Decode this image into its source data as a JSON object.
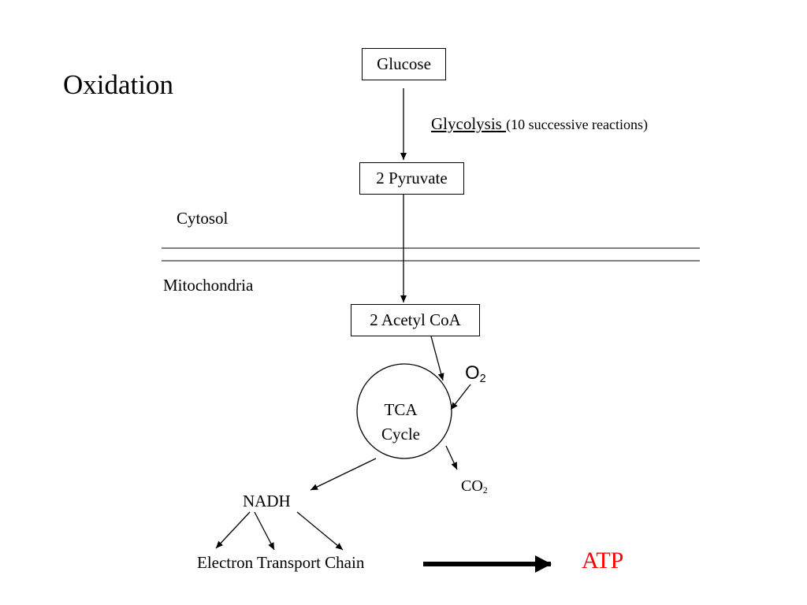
{
  "slide": {
    "title": "Oxidation"
  },
  "nodes": {
    "glucose": "Glucose",
    "pyruvate": "2 Pyruvate",
    "acetyl_coa": "2 Acetyl CoA",
    "tca_line1": "TCA",
    "tca_line2": "Cycle",
    "nadh": "NADH",
    "etc": "Electron Transport Chain",
    "atp": "ATP"
  },
  "glycolysis": {
    "name": "Glycolysis ",
    "note": "(10 successive reactions)"
  },
  "regions": {
    "cytosol": "Cytosol",
    "mitochondria": "Mitochondria"
  },
  "inputs": {
    "o2_base": "O",
    "o2_sub": "2"
  },
  "outputs": {
    "co2_base": "CO",
    "co2_sub": "2"
  },
  "colors": {
    "atp": "#ff0000",
    "line": "#000000"
  }
}
